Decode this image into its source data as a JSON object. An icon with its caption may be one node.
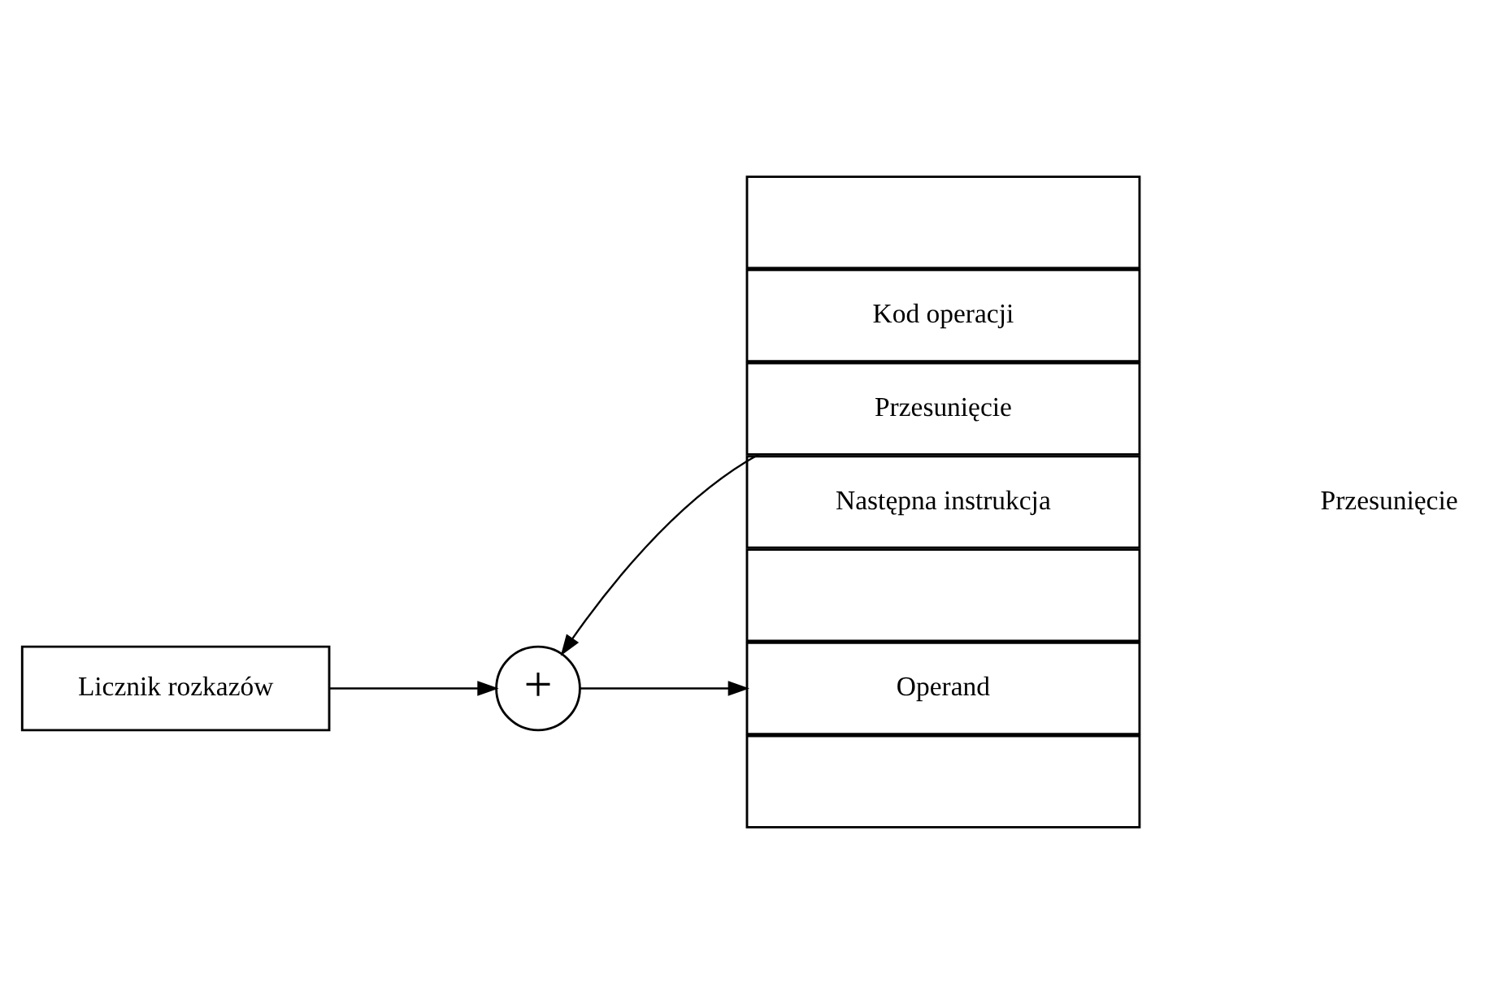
{
  "diagram": {
    "nodes": [
      {
        "text": [
          "Licznik rozkazów"
        ]
      },
      {
        "text": [
          "+"
        ]
      },
      {
        "text": [],
        "shape": "box"
      },
      {
        "text": [
          "Kod operacji"
        ]
      },
      {
        "text": [
          "Przesunięcie"
        ]
      },
      {
        "text": [
          "Następna instrukcja"
        ]
      },
      {
        "text": [],
        "shape": "box"
      },
      {
        "text": [
          "Operand"
        ]
      },
      {
        "text": [],
        "shape": "box"
      }
    ],
    "edges": [
      {
        "from": 0,
        "to": 1,
        "arrow": "to"
      },
      {
        "from": 4,
        "to": 1,
        "arrow": "to"
      },
      {
        "from": 1,
        "to": 7,
        "arrow": "to"
      }
    ],
    "labels": [
      "Przesunięcie"
    ]
  }
}
